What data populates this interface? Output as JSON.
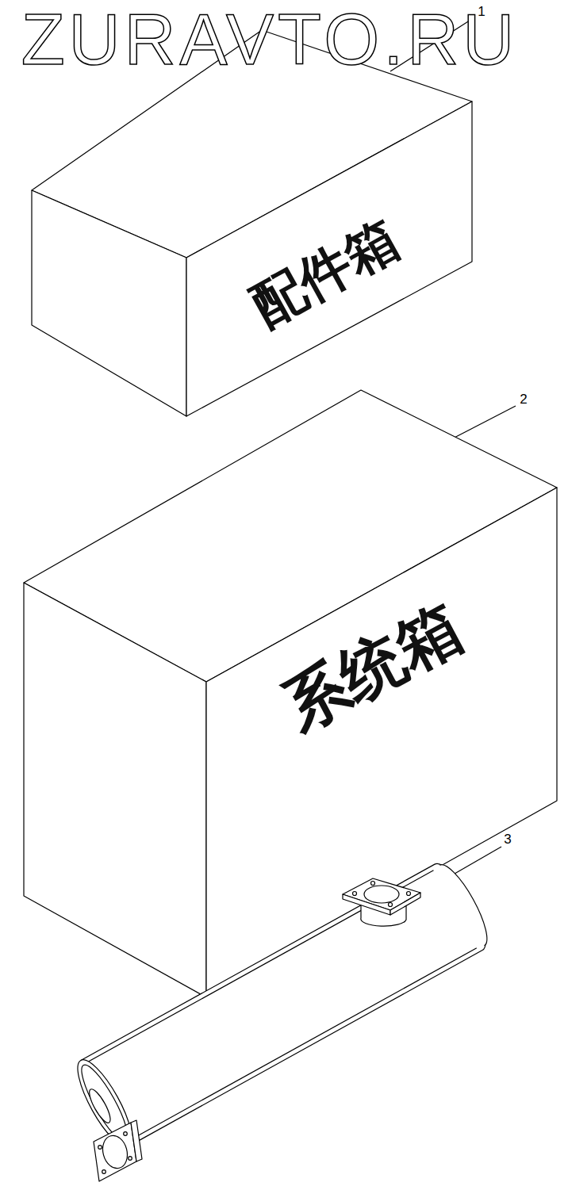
{
  "diagram": {
    "labels": [
      "ZURAVTO.RU",
      "1",
      "配件箱",
      "2",
      "系统箱",
      "3"
    ]
  }
}
